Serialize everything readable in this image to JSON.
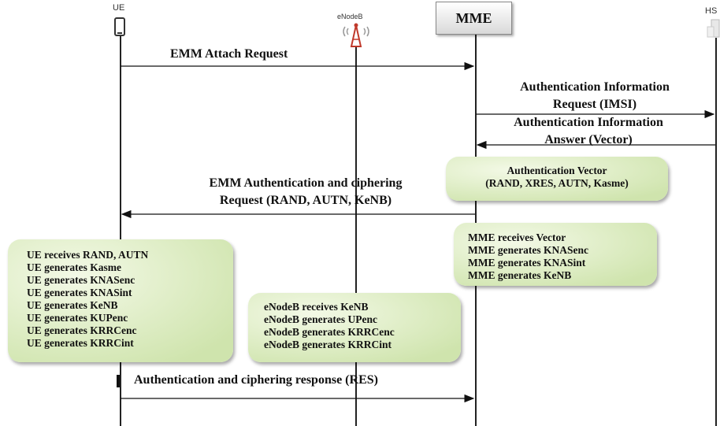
{
  "participants": {
    "ue": "UE",
    "enodeb": "eNodeB",
    "mme": "MME",
    "hss": "HS"
  },
  "messages": {
    "attach_request": "EMM Attach Request",
    "auth_info_request_line1": "Authentication Information",
    "auth_info_request_line2": "Request (IMSI)",
    "auth_info_answer_line1": "Authentication Information",
    "auth_info_answer_line2": "Answer (Vector)",
    "emm_auth_line1": "EMM Authentication and ciphering",
    "emm_auth_line2": "Request (RAND, AUTN, KeNB)",
    "auth_response": "Authentication and ciphering response (RES)"
  },
  "boxes": {
    "auth_vector": [
      "Authentication Vector",
      "(RAND, XRES, AUTN, Kasme)"
    ],
    "mme_steps": [
      "MME receives Vector",
      "MME generates KNASenc",
      "MME generates KNASint",
      "MME generates KeNB"
    ],
    "ue_steps": [
      "UE receives RAND, AUTN",
      "UE generates Kasme",
      "UE generates KNASenc",
      "UE generates KNASint",
      "UE generates KeNB",
      "UE generates KUPenc",
      "UE generates KRRCenc",
      "UE generates KRRCint"
    ],
    "enb_steps": [
      "eNodeB receives KeNB",
      "eNodeB generates UPenc",
      "eNodeB generates KRRCenc",
      "eNodeB generates KRRCint"
    ]
  }
}
